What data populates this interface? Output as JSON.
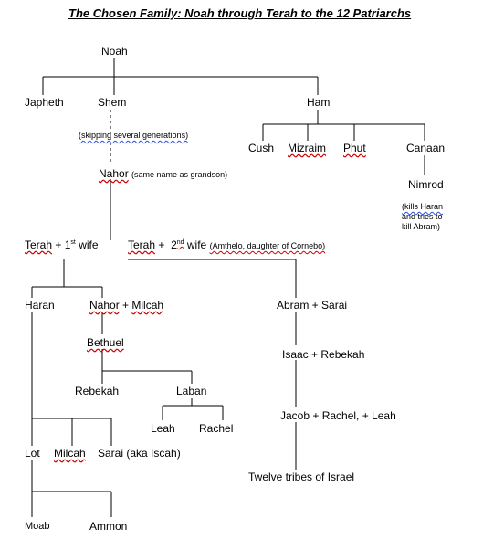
{
  "title": "The Chosen Family: Noah through Terah to the 12 Patriarchs",
  "nodes": {
    "noah": "Noah",
    "japheth": "Japheth",
    "shem": "Shem",
    "ham": "Ham",
    "cush": "Cush",
    "mizraim": "Mizraim",
    "phut": "Phut",
    "canaan": "Canaan",
    "nimrod": "Nimrod",
    "nahor": "Nahor",
    "terah1": "Terah",
    "terah2": "Terah",
    "haran": "Haran",
    "nahor2": "Nahor",
    "milcah": "Milcah",
    "bethuel": "Bethuel",
    "rebekah": "Rebekah",
    "laban": "Laban",
    "leah": "Leah",
    "rachel": "Rachel",
    "lot": "Lot",
    "milcah2": "Milcah",
    "sarai": "Sarai (aka Iscah)",
    "moab": "Moab",
    "ammon": "Ammon",
    "abram": "Abram + Sarai",
    "isaac": "Isaac + Rebekah",
    "jacob": "Jacob + Rachel, + Leah",
    "tribes": "Twelve tribes of Israel"
  },
  "notes": {
    "skipping": "(skipping several generations)",
    "nahor_note": "(same name as grandson)",
    "nimrod_note_1": "(kills Haran",
    "nimrod_note_2": "and tries to",
    "nimrod_note_3": "kill Abram)",
    "plus": "+",
    "wife1_pre": "1",
    "wife1_sup": "st",
    "wife1_post": "wife",
    "wife2_pre": "2",
    "wife2_sup": "nd",
    "wife2_post": "wife",
    "wife2_note": "(Amthelo, daughter of Cornebo)"
  }
}
